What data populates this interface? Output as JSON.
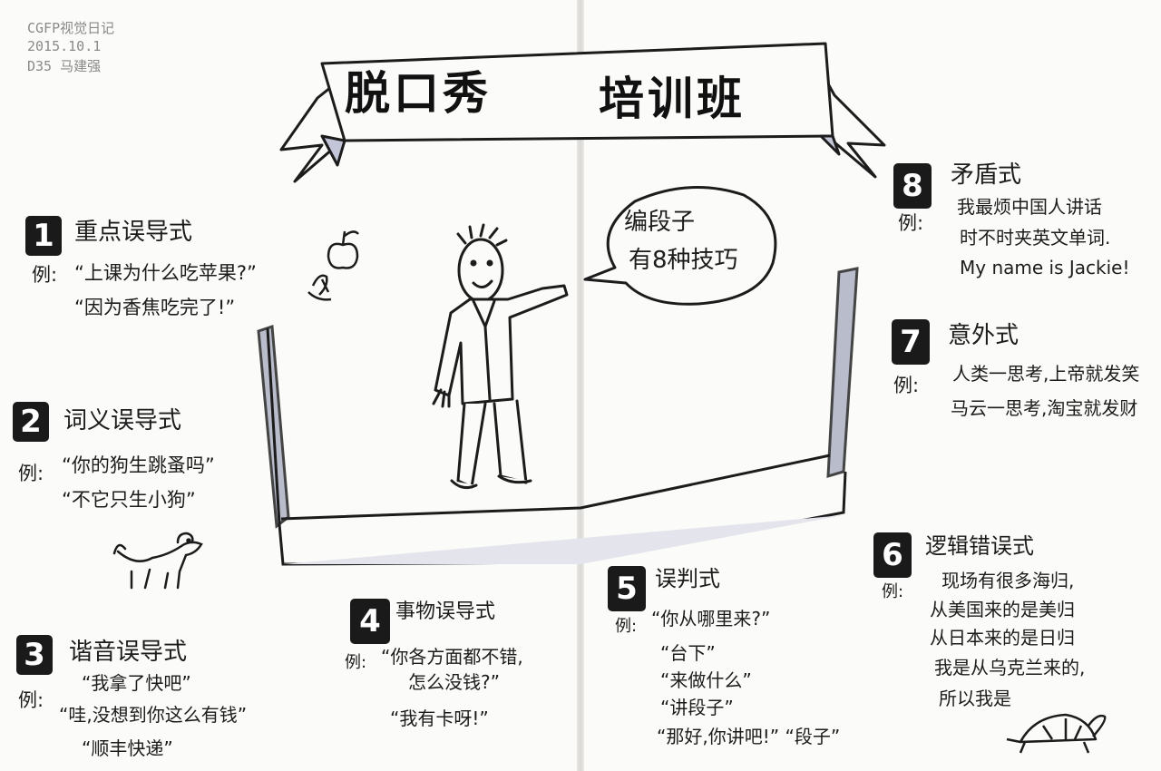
{
  "meta": {
    "line1": "CGFP视觉日记",
    "line2": "2015.10.1",
    "line3": "D35 马建强"
  },
  "title": {
    "left": "脱口秀",
    "right": "培训班"
  },
  "bubble": {
    "line1": "编段子",
    "line2": "有8种技巧"
  },
  "sections": {
    "s1": {
      "number": "1",
      "heading": "重点误导式",
      "example_label": "例:",
      "lines": [
        "“上课为什么吃苹果?”",
        "“因为香焦吃完了!”"
      ]
    },
    "s2": {
      "number": "2",
      "heading": "词义误导式",
      "example_label": "例:",
      "lines": [
        "“你的狗生跳蚤吗”",
        "“不它只生小狗”"
      ]
    },
    "s3": {
      "number": "3",
      "heading": "谐音误导式",
      "example_label": "例:",
      "lines": [
        "“我拿了快吧”",
        "“哇,没想到你这么有钱”",
        "“顺丰快递”"
      ]
    },
    "s4": {
      "number": "4",
      "heading": "事物误导式",
      "example_label": "例:",
      "lines": [
        "“你各方面都不错,",
        "怎么没钱?”",
        "“我有卡呀!”"
      ]
    },
    "s5": {
      "number": "5",
      "heading": "误判式",
      "example_label": "例:",
      "lines": [
        "“你从哪里来?”",
        "“台下”",
        "“来做什么”",
        "“讲段子”",
        "“那好,你讲吧!” “段子”"
      ]
    },
    "s6": {
      "number": "6",
      "heading": "逻辑错误式",
      "example_label": "例:",
      "lines": [
        "现场有很多海归,",
        "从美国来的是美归",
        "从日本来的是日归",
        "我是从乌克兰来的,",
        "所以我是"
      ]
    },
    "s7": {
      "number": "7",
      "heading": "意外式",
      "example_label": "例:",
      "lines": [
        "人类一思考,上帝就发笑",
        "马云一思考,淘宝就发财"
      ]
    },
    "s8": {
      "number": "8",
      "heading": "矛盾式",
      "example_label": "例:",
      "lines": [
        "我最烦中国人讲话",
        "时不时夹英文单词.",
        "My name is Jackie!"
      ]
    }
  },
  "drawings": [
    "apple-icon",
    "banana-icon",
    "dog-icon",
    "turtle-icon",
    "speaker-figure",
    "stage-frame",
    "title-ribbon",
    "speech-bubble"
  ],
  "colors": {
    "ink": "#1c1c1c",
    "badge": "#1a1a1a",
    "shadow": "#c2c6d8",
    "paper": "#fbfbf9"
  }
}
